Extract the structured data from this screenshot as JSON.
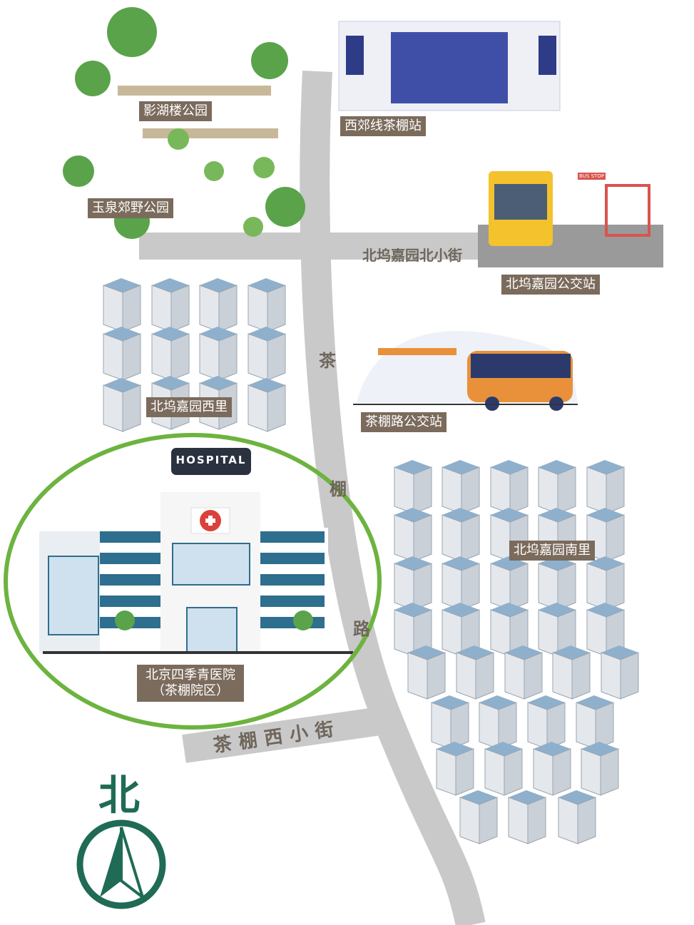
{
  "places": {
    "park_yinghu": "影湖楼公园",
    "park_yuquan": "玉泉郊野公园",
    "subway_station": "西郊线茶棚站",
    "bus_north": "北坞嘉园公交站",
    "bus_chapeng": "茶棚路公交站",
    "res_west": "北坞嘉园西里",
    "res_south": "北坞嘉园南里",
    "hospital_name": "北京四季青医院",
    "hospital_campus": "（茶棚院区）",
    "hospital_sign": "HOSPITAL",
    "bus_stop_sign": "BUS STOP"
  },
  "roads": {
    "north_street": "北坞嘉园北小街",
    "main_road": [
      "茶",
      "棚",
      "路"
    ],
    "west_street": "茶棚西小街"
  },
  "compass": {
    "label": "北"
  },
  "colors": {
    "road": "#c9c9c9",
    "label_bg": "#7b6b5c",
    "hospital_ring": "#6db33f",
    "compass": "#1f6b55",
    "building": "#8fb0cc"
  }
}
